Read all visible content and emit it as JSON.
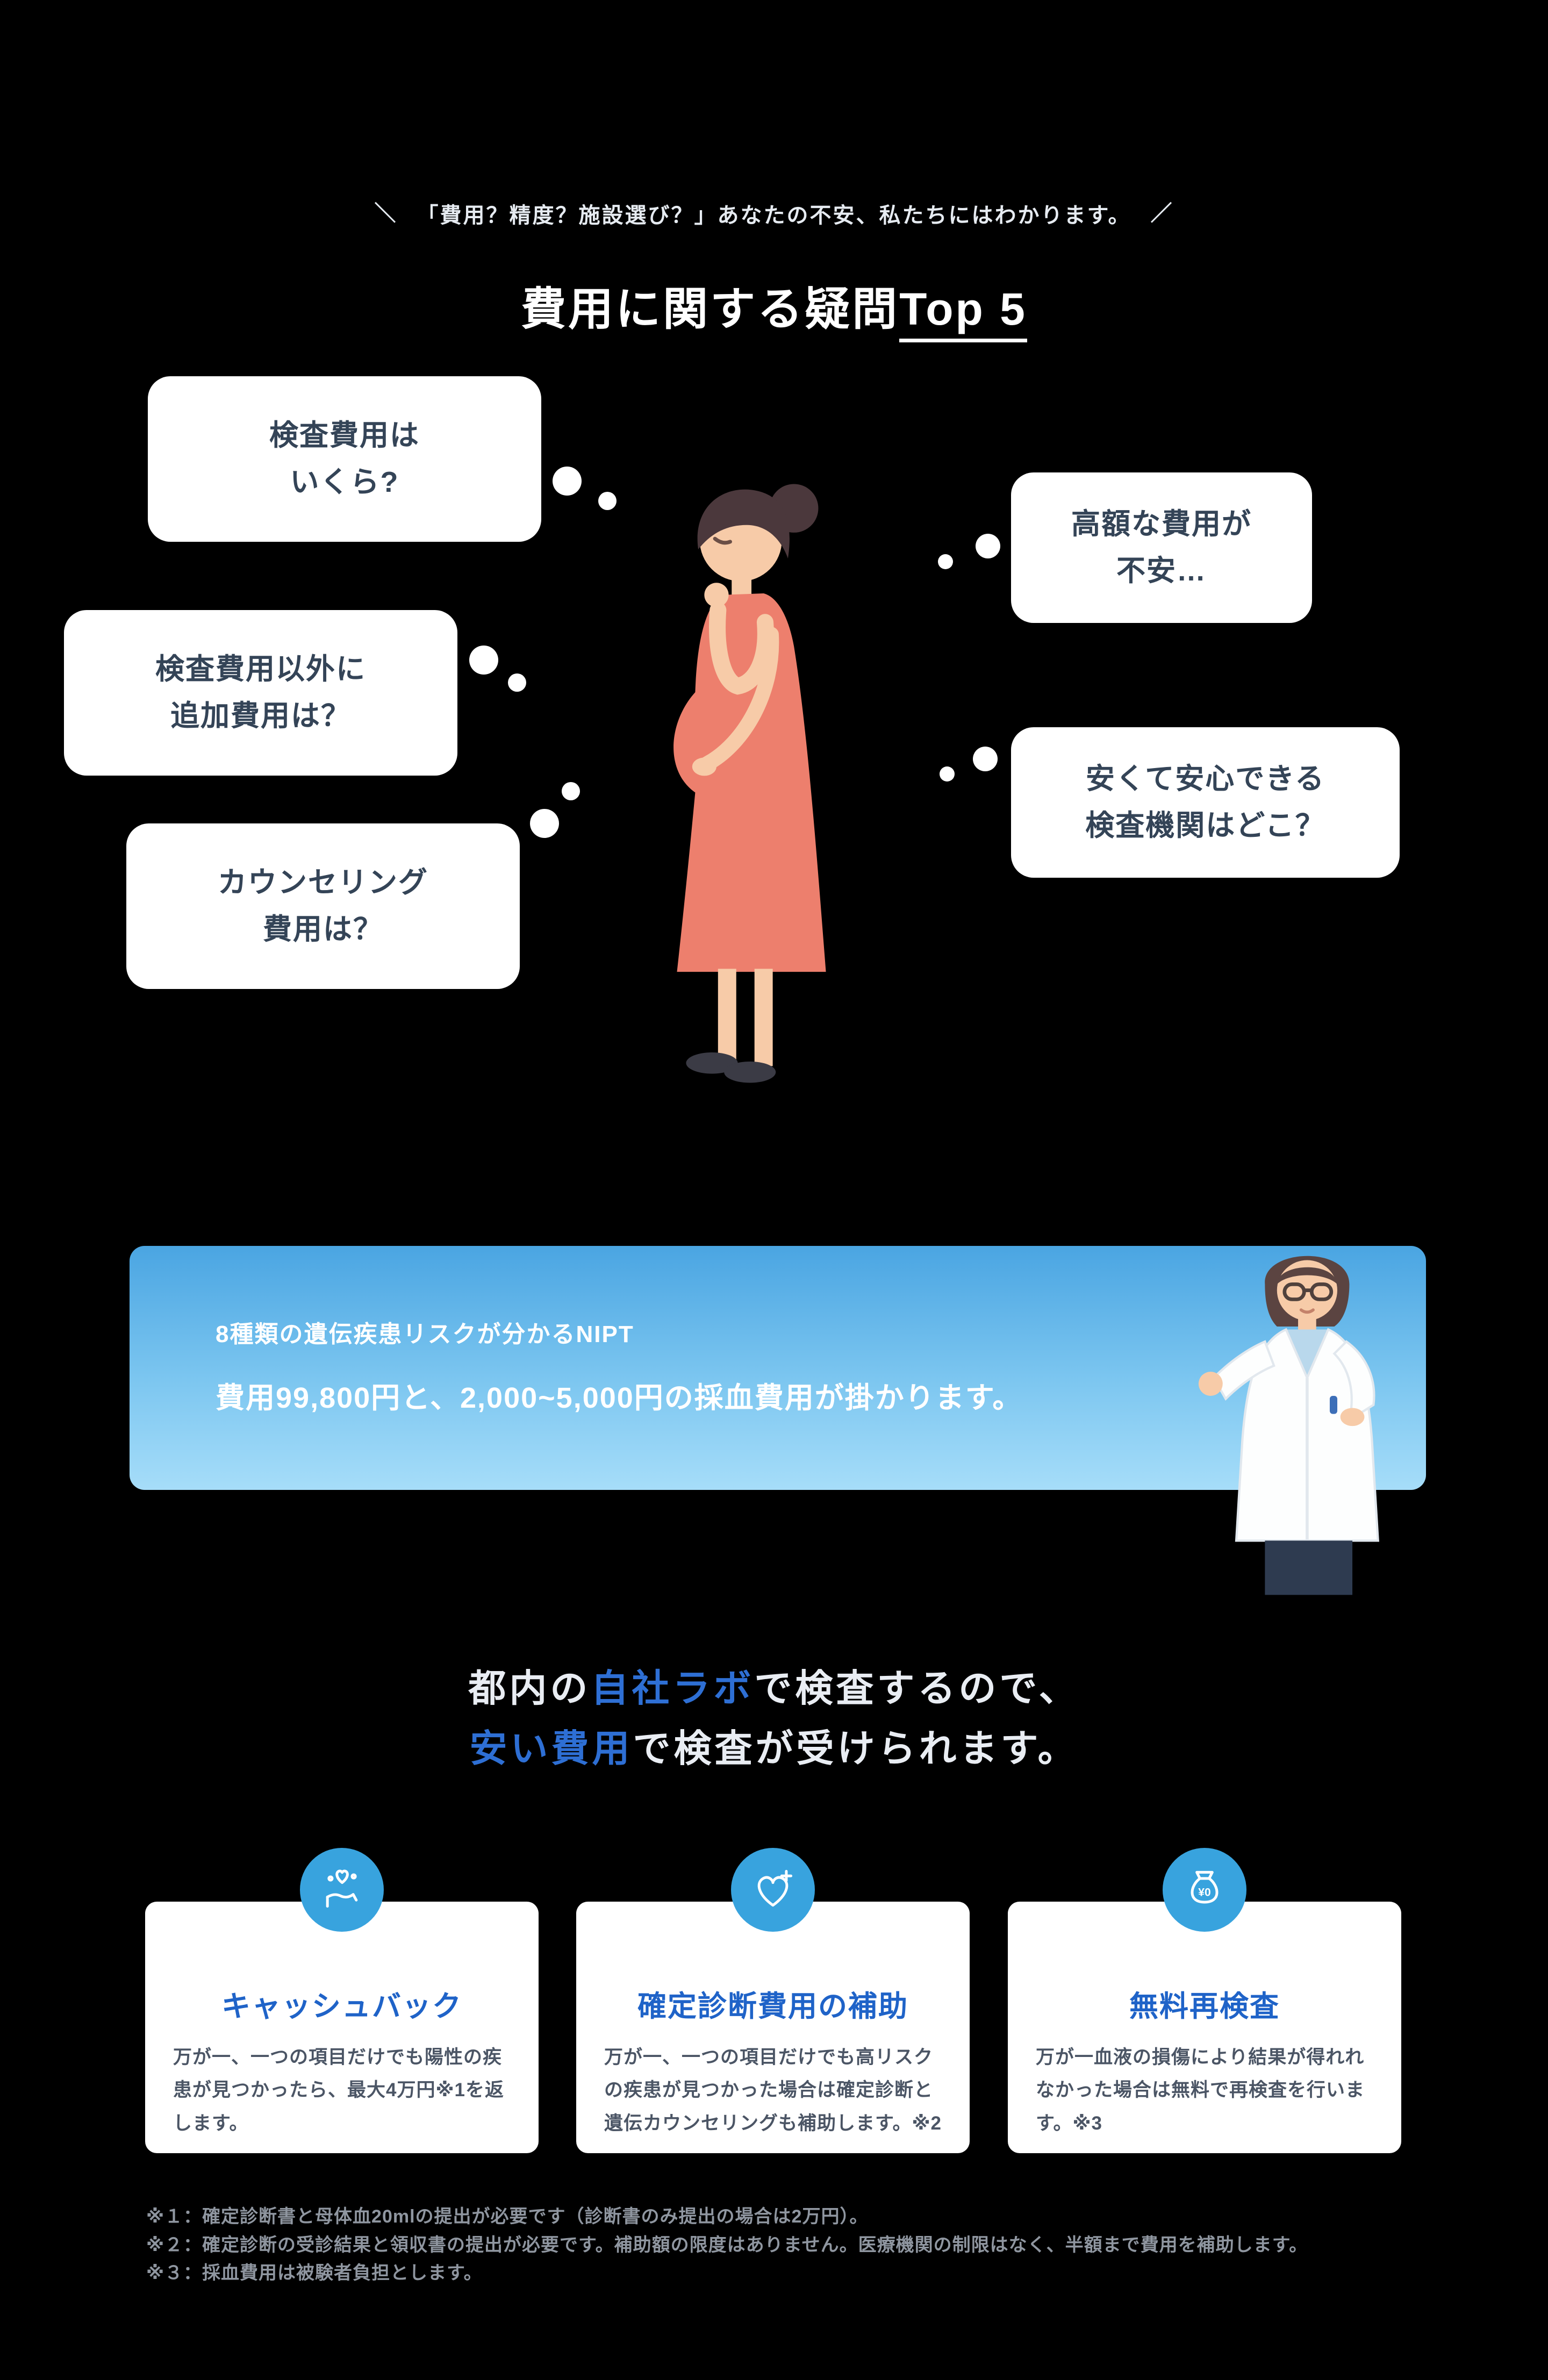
{
  "colors": {
    "background": "#000000",
    "accent_blue": "#2e6fd4",
    "card_title_blue": "#1f63c8",
    "icon_circle_blue": "#38a3de",
    "banner_gradient_top": "#4aa5e2",
    "banner_gradient_bottom": "#a6ddf9",
    "bubble_text": "#344457",
    "dress_salmon": "#ed7f6d"
  },
  "tagline": {
    "left_mark": "＼",
    "text": "「費用？精度？施設選び？」あなたの不安、私たちにはわかります。",
    "right_mark": "／"
  },
  "heading": {
    "prefix": "費用に関する疑問",
    "underlined": "Top 5"
  },
  "bubbles": [
    {
      "lines": [
        "検査費用は",
        "いくら?"
      ]
    },
    {
      "lines": [
        "検査費用以外に",
        "追加費用は？"
      ]
    },
    {
      "lines": [
        "カウンセリング",
        "費用は？"
      ]
    },
    {
      "lines": [
        "高額な費用が",
        "不安…"
      ]
    },
    {
      "lines": [
        "安くて安心できる",
        "検査機関はどこ？"
      ]
    }
  ],
  "banner": {
    "line1": "8種類の遺伝疾患リスクが分かるNIPT",
    "line2": "費用99,800円と、2,000~5,000円の採血費用が掛かります。"
  },
  "headline": {
    "line1_pre": "都内の",
    "line1_highlight": "自社ラボ",
    "line1_post": "で検査するので、",
    "line2_highlight": "安い費用",
    "line2_post": "で検査が受けられます。"
  },
  "cards": [
    {
      "icon": "cashback-hand-heart-icon",
      "title": "キャッシュバック",
      "body": "万が一、一つの項目だけでも陽性の疾患が見つかったら、最大4万円※1を返します。"
    },
    {
      "icon": "heart-plus-icon",
      "title": "確定診断費用の補助",
      "body": "万が一、一つの項目だけでも高リスクの疾患が見つかった場合は確定診断と遺伝カウンセリングも補助します。※2"
    },
    {
      "icon": "money-bag-icon",
      "icon_label": "¥0",
      "title": "無料再検査",
      "body": "万が一血液の損傷により結果が得れれなかった場合は無料で再検査を行います。※3"
    }
  ],
  "footnotes": [
    "※１：確定診断書と母体血20mlの提出が必要です（診断書のみ提出の場合は2万円）。",
    "※２：確定診断の受診結果と領収書の提出が必要です。補助額の限度はありません。医療機関の制限はなく、半額まで費用を補助します。",
    "※３：採血費用は被験者負担とします。"
  ],
  "illustrations": {
    "left": "pregnant-woman-illustration",
    "right": "female-doctor-illustration"
  }
}
